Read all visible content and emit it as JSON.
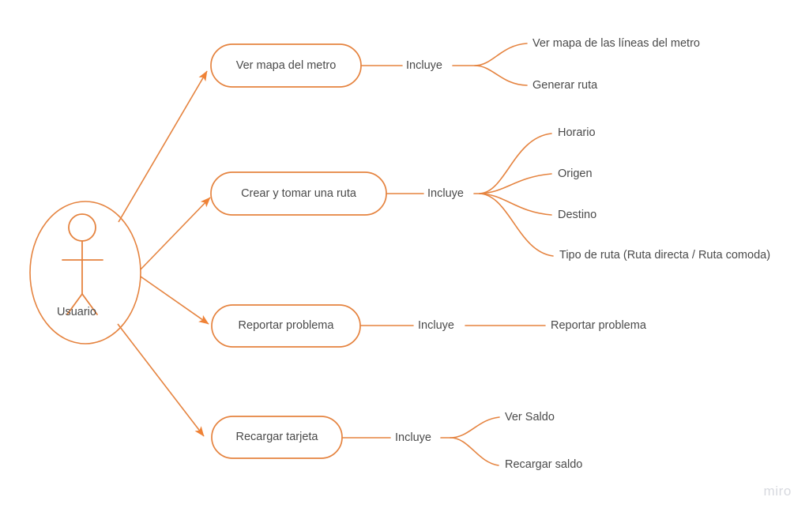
{
  "diagram": {
    "type": "uml-use-case",
    "stroke_color": "#e5833f",
    "text_color": "#4a4a4a",
    "background_color": "#ffffff",
    "actor": {
      "label": "Usuario",
      "shape": "ellipse-with-stick-figure"
    },
    "use_cases": [
      {
        "label": "Ver mapa del metro"
      },
      {
        "label": "Crear y tomar una ruta"
      },
      {
        "label": "Reportar problema"
      },
      {
        "label": "Recargar tarjeta"
      }
    ],
    "relations": [
      {
        "label": "Incluye"
      },
      {
        "label": "Incluye"
      },
      {
        "label": "Incluye"
      },
      {
        "label": "Incluye"
      }
    ],
    "included": {
      "group1": [
        "Ver mapa de las líneas del metro",
        "Generar ruta"
      ],
      "group2": [
        "Horario",
        "Origen",
        "Destino",
        "Tipo de ruta (Ruta directa / Ruta comoda)"
      ],
      "group3": [
        "Reportar problema"
      ],
      "group4": [
        "Ver Saldo",
        "Recargar saldo"
      ]
    }
  },
  "watermark": {
    "text": "miro"
  }
}
